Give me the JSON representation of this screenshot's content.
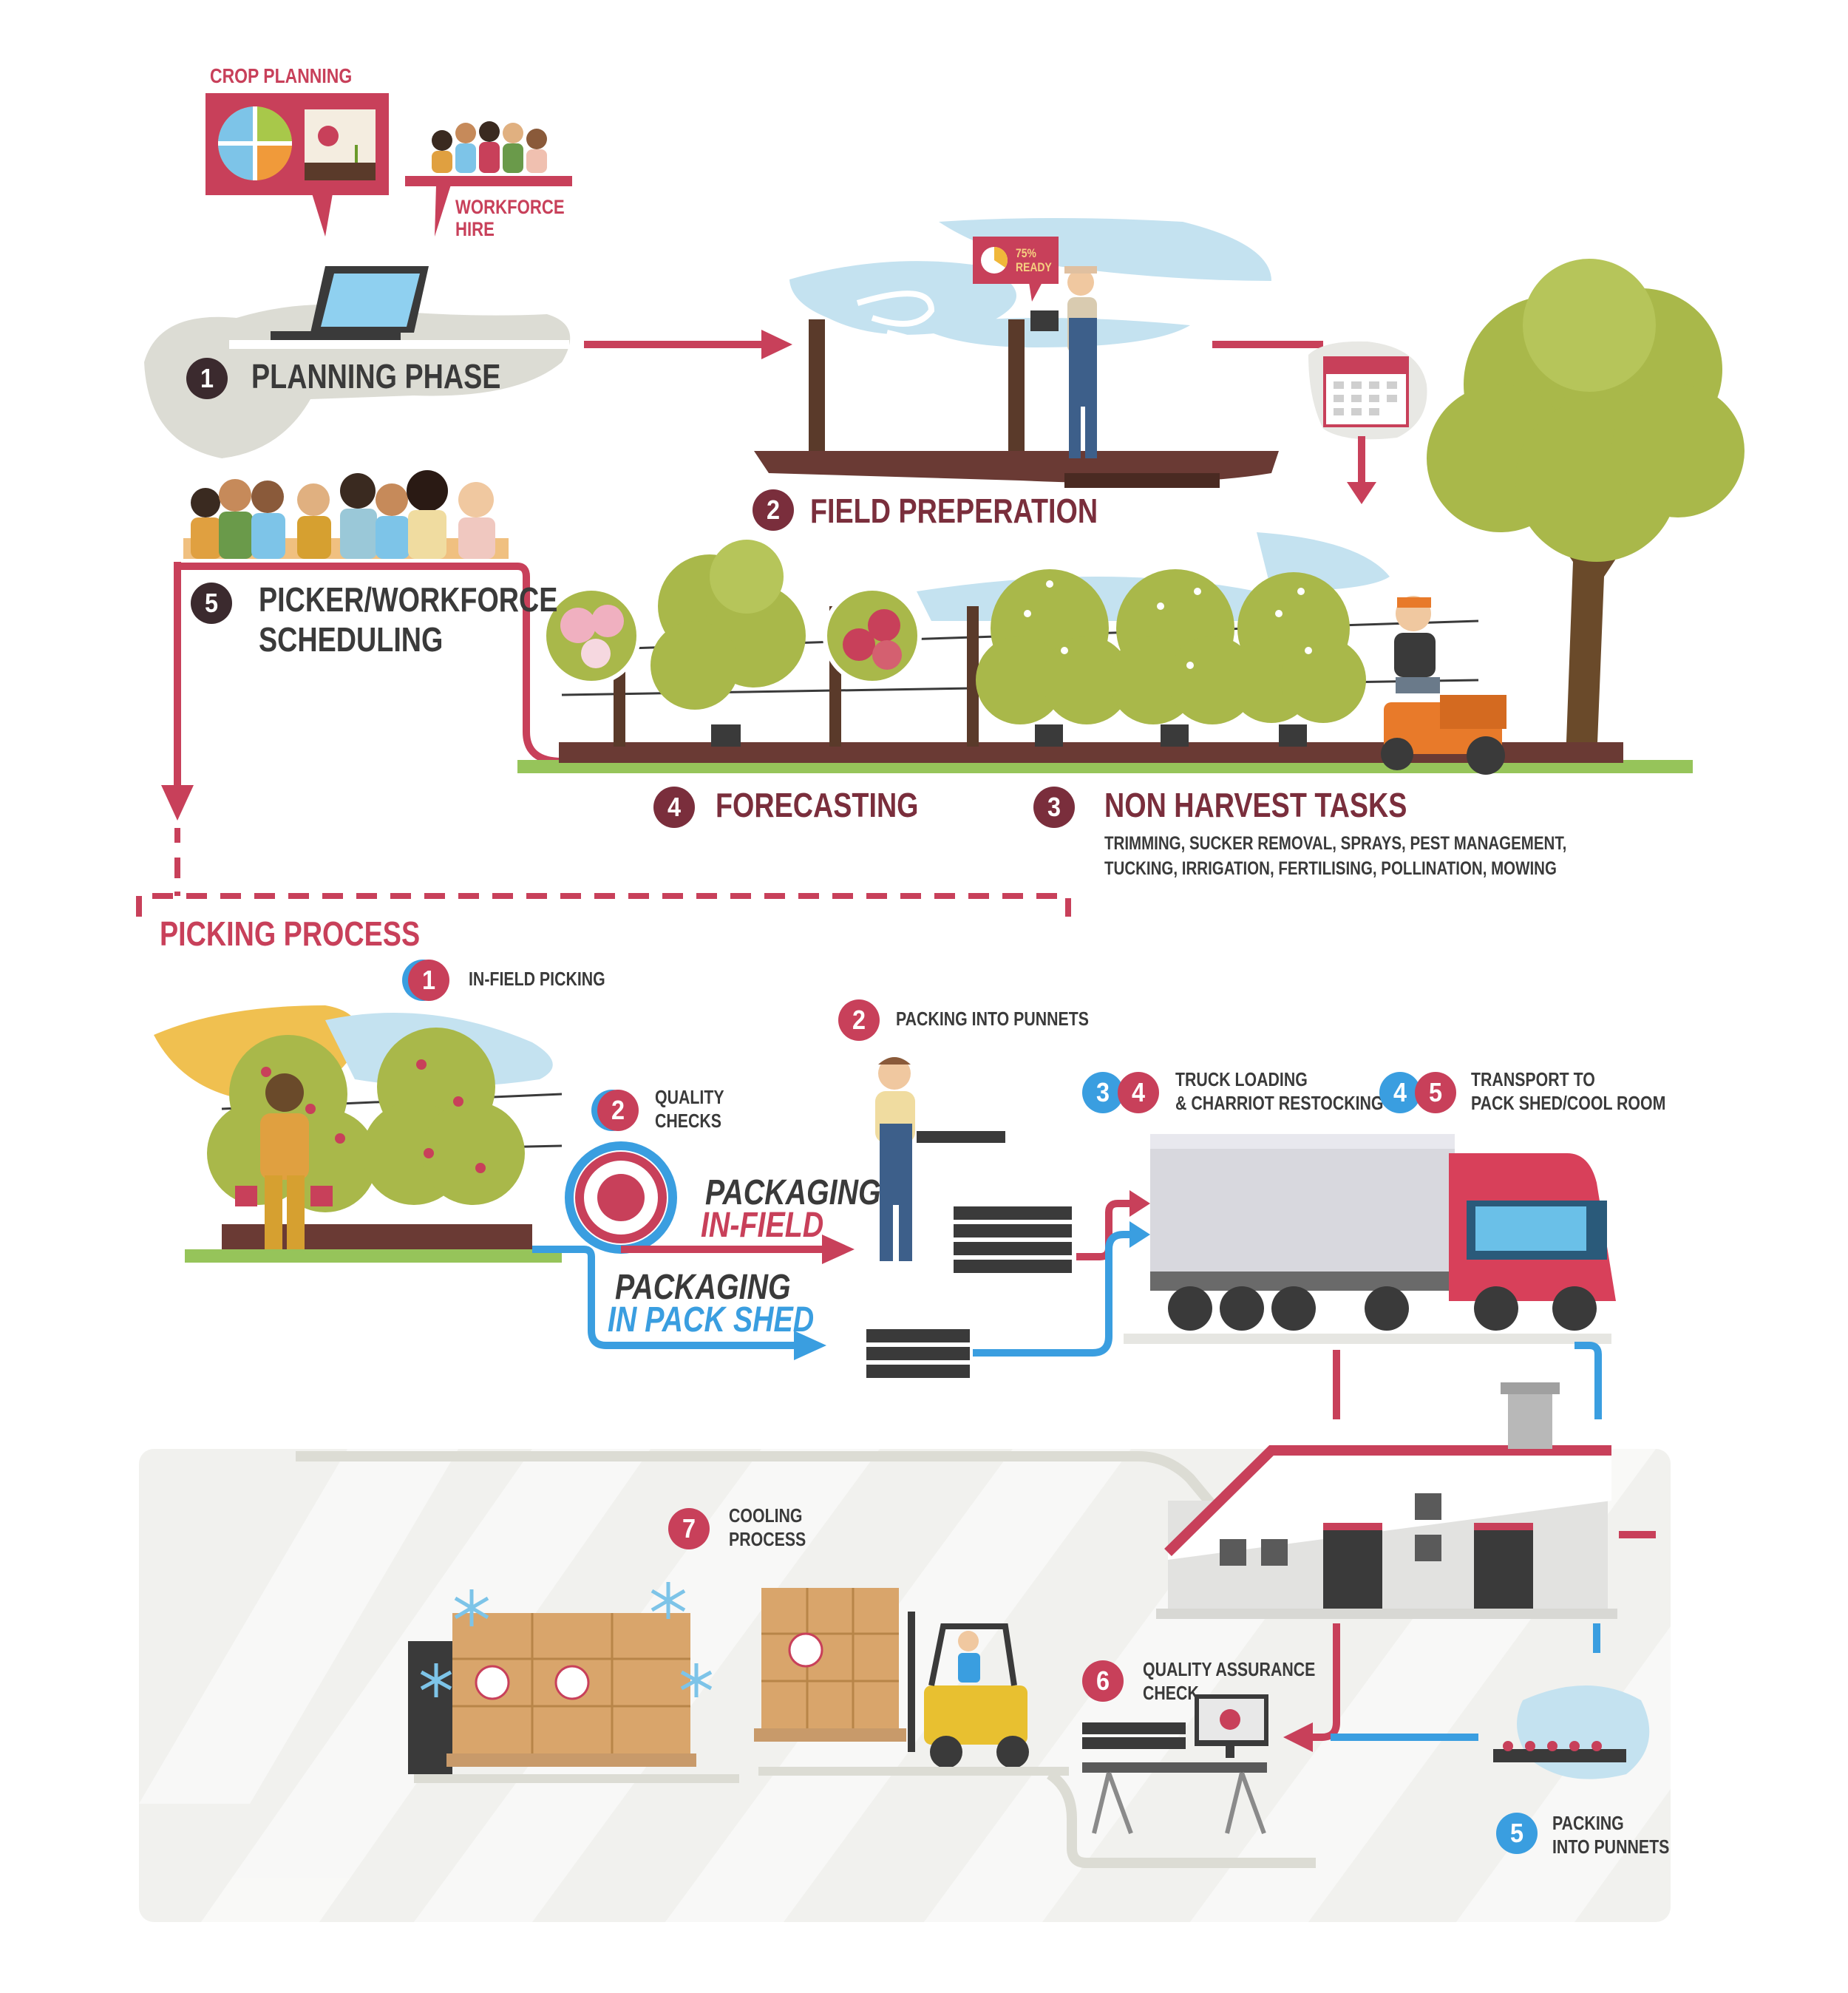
{
  "planning": {
    "crop_planning": "CROP PLANNING",
    "workforce_hire": "WORKFORCE\nHIRE",
    "phase_number": "1",
    "phase_label": "PLANNING PHASE"
  },
  "field_prep": {
    "number": "2",
    "label": "FIELD PREPERATION",
    "tablet_status": "75%\nREADY"
  },
  "non_harvest": {
    "number": "3",
    "label": "NON HARVEST TASKS",
    "tasks_line1": "TRIMMING, SUCKER REMOVAL, SPRAYS, PEST MANAGEMENT,",
    "tasks_line2": "TUCKING, IRRIGATION, FERTILISING, POLLINATION, MOWING"
  },
  "forecasting": {
    "number": "4",
    "label": "FORECASTING"
  },
  "scheduling": {
    "number": "5",
    "label_line1": "PICKER/WORKFORCE",
    "label_line2": "SCHEDULING"
  },
  "picking_process": {
    "title": "PICKING PROCESS",
    "infield": {
      "number": "1",
      "label": "IN-FIELD PICKING"
    },
    "quality": {
      "number": "2",
      "label_line1": "QUALITY",
      "label_line2": "CHECKS"
    },
    "punnets": {
      "number": "2",
      "label": "PACKING INTO PUNNETS"
    },
    "truck": {
      "number_a": "3",
      "number_b": "4",
      "label_line1": "TRUCK LOADING",
      "label_line2": "& CHARRIOT RESTOCKING"
    },
    "transport": {
      "number_a": "4",
      "number_b": "5",
      "label_line1": "TRANSPORT TO",
      "label_line2": "PACK SHED/COOL ROOM"
    },
    "pack_infield_line1": "PACKAGING",
    "pack_infield_line2": "IN-FIELD",
    "pack_shed_line1": "PACKAGING",
    "pack_shed_line2": "IN PACK SHED",
    "cooling": {
      "number": "7",
      "label_line1": "COOLING",
      "label_line2": "PROCESS"
    },
    "qa": {
      "number": "6",
      "label_line1": "QUALITY ASSURANCE",
      "label_line2": "CHECK"
    },
    "shed_punnets": {
      "number": "5",
      "label_line1": "PACKING",
      "label_line2": "INTO PUNNETS"
    }
  },
  "colors": {
    "wine": "#7a2e3c",
    "red": "#c8405a",
    "blue": "#3a9ee0",
    "olive": "#9aab3c",
    "crate": "#d9a56b"
  }
}
